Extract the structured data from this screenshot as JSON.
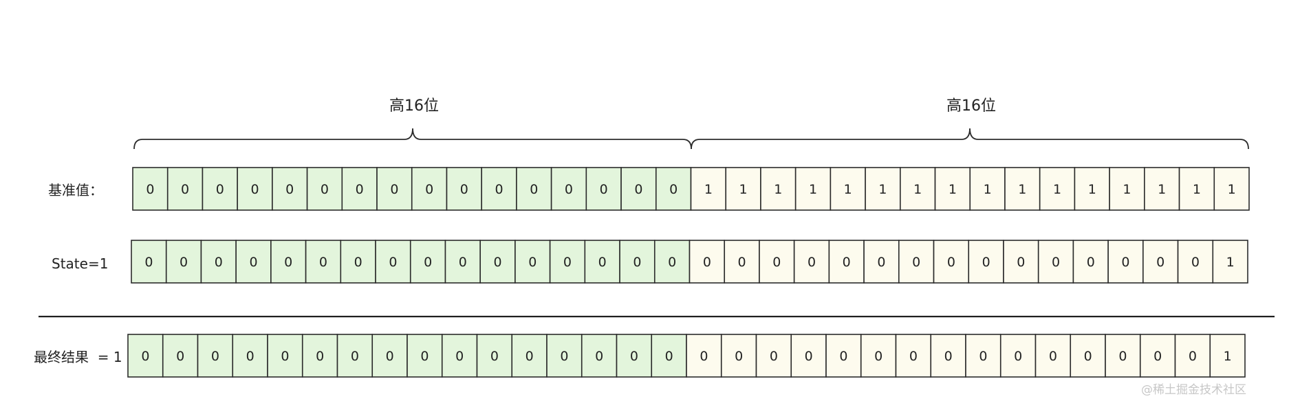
{
  "braces": [
    {
      "label": "高16位"
    },
    {
      "label": "高16位"
    }
  ],
  "rows": [
    {
      "label": "基准值：",
      "bits": [
        "0",
        "0",
        "0",
        "0",
        "0",
        "0",
        "0",
        "0",
        "0",
        "0",
        "0",
        "0",
        "0",
        "0",
        "0",
        "0",
        "1",
        "1",
        "1",
        "1",
        "1",
        "1",
        "1",
        "1",
        "1",
        "1",
        "1",
        "1",
        "1",
        "1",
        "1",
        "1"
      ]
    },
    {
      "label": "State=1",
      "bits": [
        "0",
        "0",
        "0",
        "0",
        "0",
        "0",
        "0",
        "0",
        "0",
        "0",
        "0",
        "0",
        "0",
        "0",
        "0",
        "0",
        "0",
        "0",
        "0",
        "0",
        "0",
        "0",
        "0",
        "0",
        "0",
        "0",
        "0",
        "0",
        "0",
        "0",
        "0",
        "1"
      ]
    },
    {
      "label": "最终结果  = 1",
      "bits": [
        "0",
        "0",
        "0",
        "0",
        "0",
        "0",
        "0",
        "0",
        "0",
        "0",
        "0",
        "0",
        "0",
        "0",
        "0",
        "0",
        "0",
        "0",
        "0",
        "0",
        "0",
        "0",
        "0",
        "0",
        "0",
        "0",
        "0",
        "0",
        "0",
        "0",
        "0",
        "1"
      ]
    }
  ],
  "colors": {
    "high_cell_fill": "#e3f5dc",
    "low_cell_fill": "#fdfbee",
    "cell_stroke": "#2b2b2b",
    "divider": "#1e1e1e",
    "watermark": "#c7c7c7"
  },
  "watermark": "@稀土掘金技术社区"
}
